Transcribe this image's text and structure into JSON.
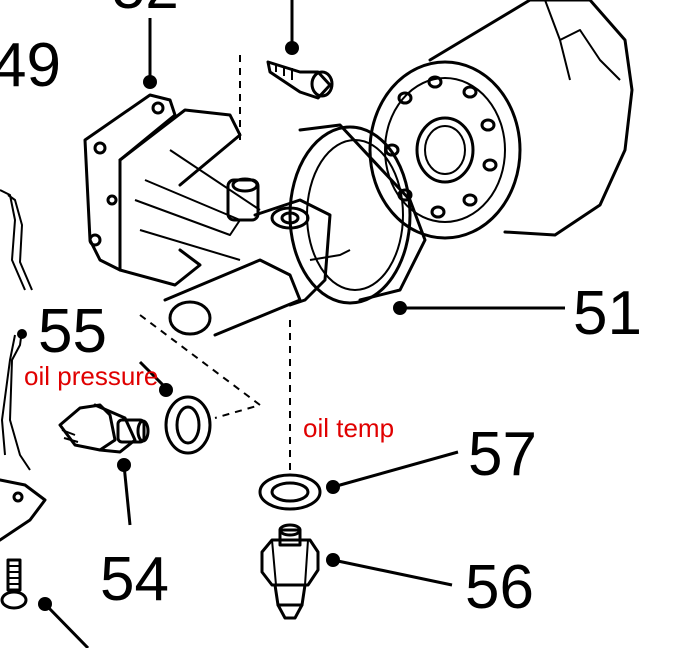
{
  "callouts": {
    "c49": "49",
    "c51": "51",
    "c54": "54",
    "c55": "55",
    "c56": "56",
    "c57": "57"
  },
  "annotations": {
    "oil_pressure": "oil pressure",
    "oil_temp": "oil temp"
  },
  "colors": {
    "annotation": "#e00000",
    "line": "#000000"
  }
}
